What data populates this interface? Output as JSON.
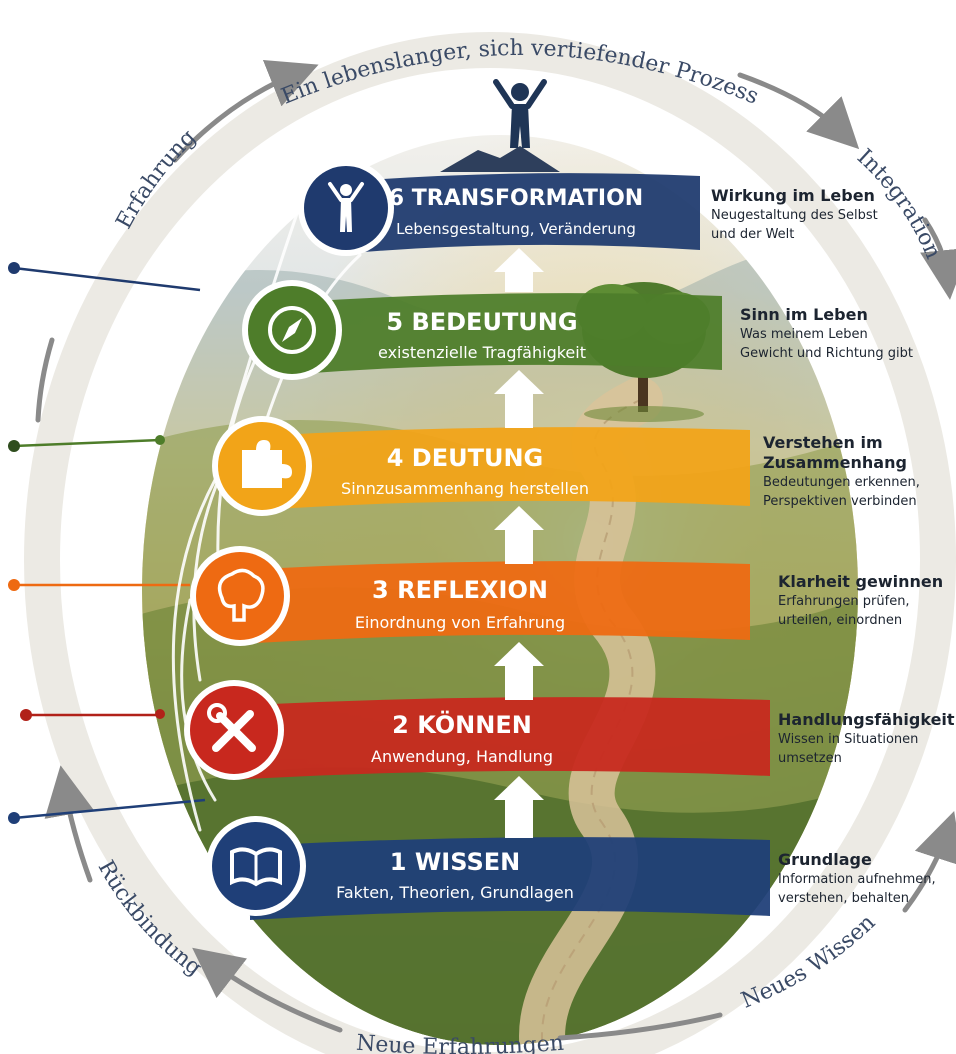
{
  "circular_labels": {
    "top": "Ein lebenslanger, sich vertiefender Prozess",
    "left_top": "Erfahrung",
    "right_top": "Integration",
    "left_bottom": "Rückbindung",
    "bottom": "Neue Erfahrungen",
    "right_bottom": "Neues Wissen"
  },
  "levels": [
    {
      "title": "1 WISSEN",
      "subtitle": "Fakten, Theorien, Grundlagen",
      "color": "#1f3f78",
      "icon": "book-icon",
      "side_title": "Grundlage",
      "side_text": [
        "Information aufnehmen,",
        "verstehen, behalten"
      ]
    },
    {
      "title": "2 KÖNNEN",
      "subtitle": "Anwendung, Handlung",
      "color": "#c8281e",
      "icon": "tools-icon",
      "side_title": "Handlungsfähigkeit",
      "side_text": [
        "Wissen in Situationen",
        "umsetzen"
      ]
    },
    {
      "title": "3 REFLEXION",
      "subtitle": "Einordnung von Erfahrung",
      "color": "#ee6a12",
      "icon": "brain-tree-icon",
      "side_title": "Klarheit gewinnen",
      "side_text": [
        "Erfahrungen prüfen,",
        "urteilen, einordnen"
      ]
    },
    {
      "title": "4 DEUTUNG",
      "subtitle": "Sinnzusammenhang herstellen",
      "color": "#f2a418",
      "icon": "puzzle-icon",
      "side_title": "Verstehen im",
      "side_title2": "Zusammenhang",
      "side_text": [
        "Bedeutungen erkennen,",
        "Perspektiven verbinden"
      ]
    },
    {
      "title": "5 BEDEUTUNG",
      "subtitle": "existenzielle Tragfähigkeit",
      "color": "#4e7d2a",
      "icon": "compass-icon",
      "side_title": "Sinn im Leben",
      "side_text": [
        "Was meinem Leben",
        "Gewicht und Richtung gibt"
      ]
    },
    {
      "title": "6 TRANSFORMATION",
      "subtitle": "Lebensgestaltung, Veränderung",
      "color": "#1f3a6e",
      "icon": "person-arms-up-icon",
      "side_title": "Wirkung im Leben",
      "side_text": [
        "Neugestaltung des Selbst",
        "und der Welt"
      ]
    }
  ]
}
